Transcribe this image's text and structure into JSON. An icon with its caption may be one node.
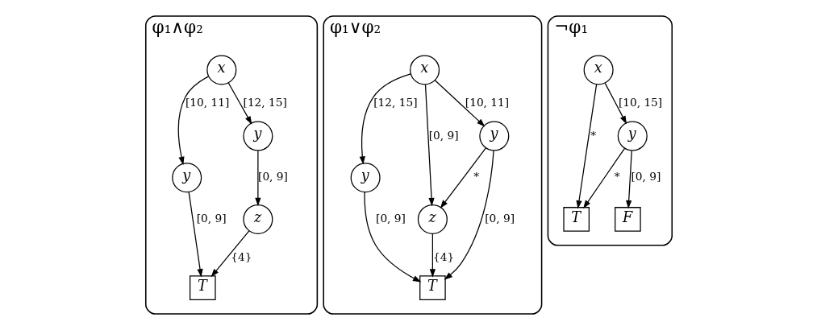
{
  "diagram": {
    "nodes": [
      {
        "text": [
          "φ₁∧φ₂"
        ]
      },
      {
        "text": [
          "x"
        ],
        "in": 0
      },
      {
        "text": [
          "y"
        ],
        "in": 0
      },
      {
        "text": [
          "y"
        ],
        "in": 0
      },
      {
        "text": [
          "z"
        ],
        "in": 0
      },
      {
        "text": [
          "T"
        ],
        "in": 0
      },
      {
        "text": [
          "φ₁∨φ₂"
        ]
      },
      {
        "text": [
          "x"
        ],
        "in": 6
      },
      {
        "text": [
          "y"
        ],
        "in": 6
      },
      {
        "text": [
          "y"
        ],
        "in": 6
      },
      {
        "text": [
          "z"
        ],
        "in": 6
      },
      {
        "text": [
          "T"
        ],
        "in": 6
      },
      {
        "text": [
          "¬φ₁"
        ]
      },
      {
        "text": [
          "x"
        ],
        "in": 12
      },
      {
        "text": [
          "y"
        ],
        "in": 12
      },
      {
        "text": [
          "T"
        ],
        "in": 12
      },
      {
        "text": [
          "F"
        ],
        "in": 12
      }
    ],
    "edges": [
      {
        "from": 1,
        "to": 2,
        "arrow": "to",
        "label": "[10, 11]"
      },
      {
        "from": 1,
        "to": 3,
        "arrow": "to",
        "label": "[12, 15]"
      },
      {
        "from": 2,
        "to": 5,
        "arrow": "to",
        "label": "[0, 9]"
      },
      {
        "from": 3,
        "to": 4,
        "arrow": "to",
        "label": "[0, 9]"
      },
      {
        "from": 4,
        "to": 5,
        "arrow": "to",
        "label": "{4}"
      },
      {
        "from": 7,
        "to": 8,
        "arrow": "to",
        "label": "[12, 15]"
      },
      {
        "from": 7,
        "to": 10,
        "arrow": "to",
        "label": "[0, 9]"
      },
      {
        "from": 7,
        "to": 9,
        "arrow": "to",
        "label": "[10, 11]"
      },
      {
        "from": 9,
        "to": 10,
        "arrow": "to",
        "label": "*"
      },
      {
        "from": 8,
        "to": 11,
        "arrow": "to",
        "label": "[0, 9]"
      },
      {
        "from": 10,
        "to": 11,
        "arrow": "to",
        "label": "{4}"
      },
      {
        "from": 9,
        "to": 11,
        "arrow": "to",
        "label": "[0, 9]"
      },
      {
        "from": 13,
        "to": 15,
        "arrow": "to",
        "label": "*"
      },
      {
        "from": 13,
        "to": 14,
        "arrow": "to",
        "label": "[10, 15]"
      },
      {
        "from": 14,
        "to": 15,
        "arrow": "to",
        "label": "*"
      },
      {
        "from": 14,
        "to": 16,
        "arrow": "to",
        "label": "[0, 9]"
      }
    ]
  }
}
